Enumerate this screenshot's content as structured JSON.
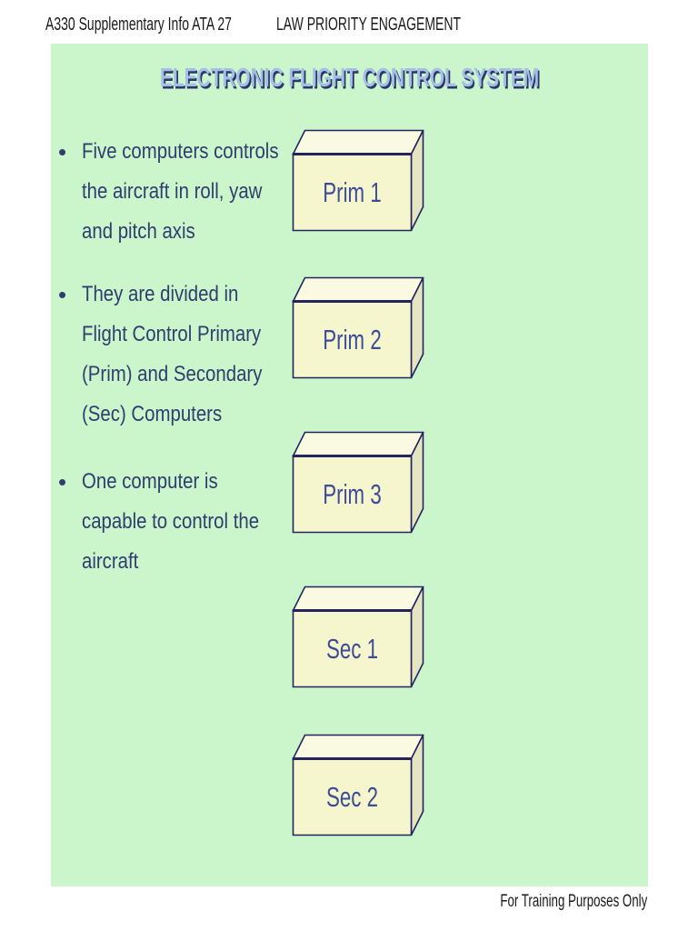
{
  "header": {
    "left": "A330 Supplementary Info ATA 27",
    "right": "LAW PRIORITY ENGAGEMENT"
  },
  "footer": {
    "text": "For Training Purposes Only"
  },
  "slide": {
    "title": "ELECTRONIC FLIGHT CONTROL SYSTEM",
    "bullets": [
      {
        "lines": [
          "Five computers controls",
          "the aircraft in roll, yaw",
          "and pitch axis"
        ]
      },
      {
        "lines": [
          "They are divided in",
          "Flight Control Primary",
          "(Prim) and Secondary",
          "(Sec) Computers"
        ]
      },
      {
        "lines": [
          "One computer is",
          "capable to control the",
          "aircraft"
        ]
      }
    ],
    "boxes": [
      {
        "label": "Prim 1"
      },
      {
        "label": "Prim 2"
      },
      {
        "label": "Prim 3"
      },
      {
        "label": "Sec 1"
      },
      {
        "label": "Sec 2"
      }
    ]
  },
  "colors": {
    "slide_bg": "#cbf6cc",
    "box_front": "#f6f6ce",
    "box_top": "#fafae2",
    "box_side": "#e5e5c2",
    "outline": "#24245e",
    "text": "#303d6e",
    "label": "#3e4b97",
    "title_fill": "#a6bfe8",
    "title_shadow": "#2c3766",
    "header_text": "#1a1a1a"
  }
}
